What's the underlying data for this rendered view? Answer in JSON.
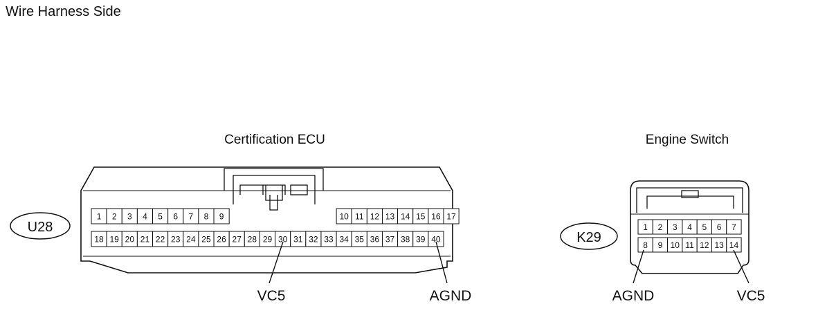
{
  "page_title": "Wire Harness Side",
  "connectors": [
    {
      "title": "Certification ECU",
      "code": "U28",
      "top_row_pins": [
        "1",
        "2",
        "3",
        "4",
        "5",
        "6",
        "7",
        "8",
        "9",
        "",
        "",
        "",
        "",
        "",
        "",
        "",
        "10",
        "11",
        "12",
        "13",
        "14",
        "15",
        "16",
        "17"
      ],
      "bottom_row_pins": [
        "18",
        "19",
        "20",
        "21",
        "22",
        "23",
        "24",
        "25",
        "26",
        "27",
        "28",
        "29",
        "30",
        "31",
        "32",
        "33",
        "34",
        "35",
        "36",
        "37",
        "38",
        "39",
        "40"
      ],
      "terminals": [
        {
          "label": "VC5",
          "pin": "30"
        },
        {
          "label": "AGND",
          "pin": "40"
        }
      ]
    },
    {
      "title": "Engine Switch",
      "code": "K29",
      "top_row_pins": [
        "1",
        "2",
        "3",
        "4",
        "5",
        "6",
        "7"
      ],
      "bottom_row_pins": [
        "8",
        "9",
        "10",
        "11",
        "12",
        "13",
        "14"
      ],
      "terminals": [
        {
          "label": "AGND",
          "pin": "8"
        },
        {
          "label": "VC5",
          "pin": "14"
        }
      ]
    }
  ]
}
